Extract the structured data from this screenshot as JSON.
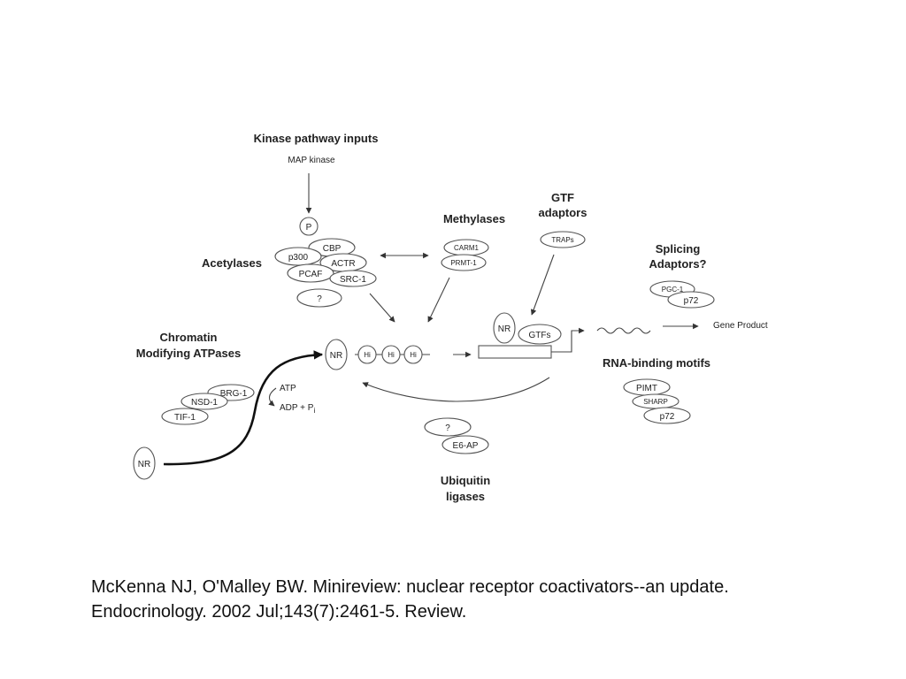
{
  "diagram": {
    "labels": {
      "kinase_title": "Kinase pathway inputs",
      "map_kinase": "MAP kinase",
      "methylases": "Methylases",
      "gtf_line1": "GTF",
      "gtf_line2": "adaptors",
      "splicing_line1": "Splicing",
      "splicing_line2": "Adaptors?",
      "acetylases": "Acetylases",
      "chromatin_line1": "Chromatin",
      "chromatin_line2": "Modifying ATPases",
      "rna_binding": "RNA-binding motifs",
      "gene_product": "Gene Product",
      "ubiquitin_line1": "Ubiquitin",
      "ubiquitin_line2": "ligases",
      "atp": "ATP",
      "adp": "ADP + P",
      "adp_sub": "i"
    },
    "nodes": {
      "p": "P",
      "cbp": "CBP",
      "p300": "p300",
      "actr": "ACTR",
      "pcaf": "PCAF",
      "src1": "SRC-1",
      "q_acetylase": "?",
      "carm1": "CARM1",
      "prmt1": "PRMT-1",
      "traps": "TRAPs",
      "pgc1": "PGC-1",
      "p72_splicing": "p72",
      "nr_gtf": "NR",
      "gtfs": "GTFs",
      "nr_main": "NR",
      "hi_1": "Hi",
      "hi_2": "Hi",
      "hi_3": "Hi",
      "brg1": "BRG-1",
      "nsd1": "NSD-1",
      "tif1": "TIF-1",
      "nr_free": "NR",
      "pimt": "PIMT",
      "sharp": "SHARP",
      "p72_rna": "p72",
      "q_ubiquitin": "?",
      "e6ap": "E6-AP"
    }
  },
  "citation": "McKenna NJ, O'Malley BW. Minireview: nuclear receptor coactivators--an update.  Endocrinology. 2002 Jul;143(7):2461-5. Review."
}
